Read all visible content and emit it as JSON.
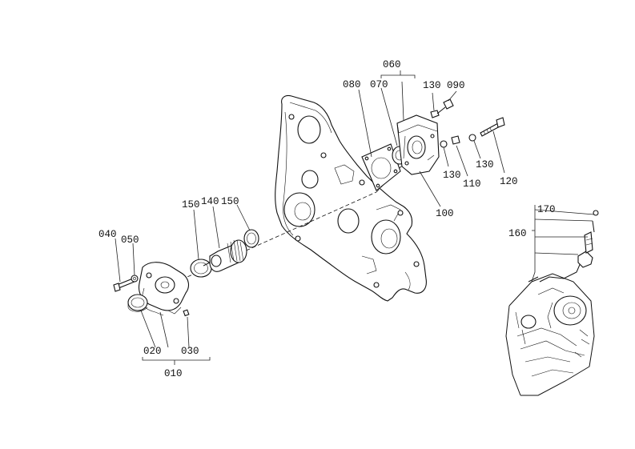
{
  "callouts": {
    "c010": "010",
    "c020": "020",
    "c030": "030",
    "c040": "040",
    "c050": "050",
    "c060": "060",
    "c070": "070",
    "c080": "080",
    "c090": "090",
    "c100": "100",
    "c110": "110",
    "c120": "120",
    "c130a": "130",
    "c130b": "130",
    "c130c": "130",
    "c140": "140",
    "c150a": "150",
    "c150b": "150",
    "c160": "160",
    "c170": "170"
  }
}
